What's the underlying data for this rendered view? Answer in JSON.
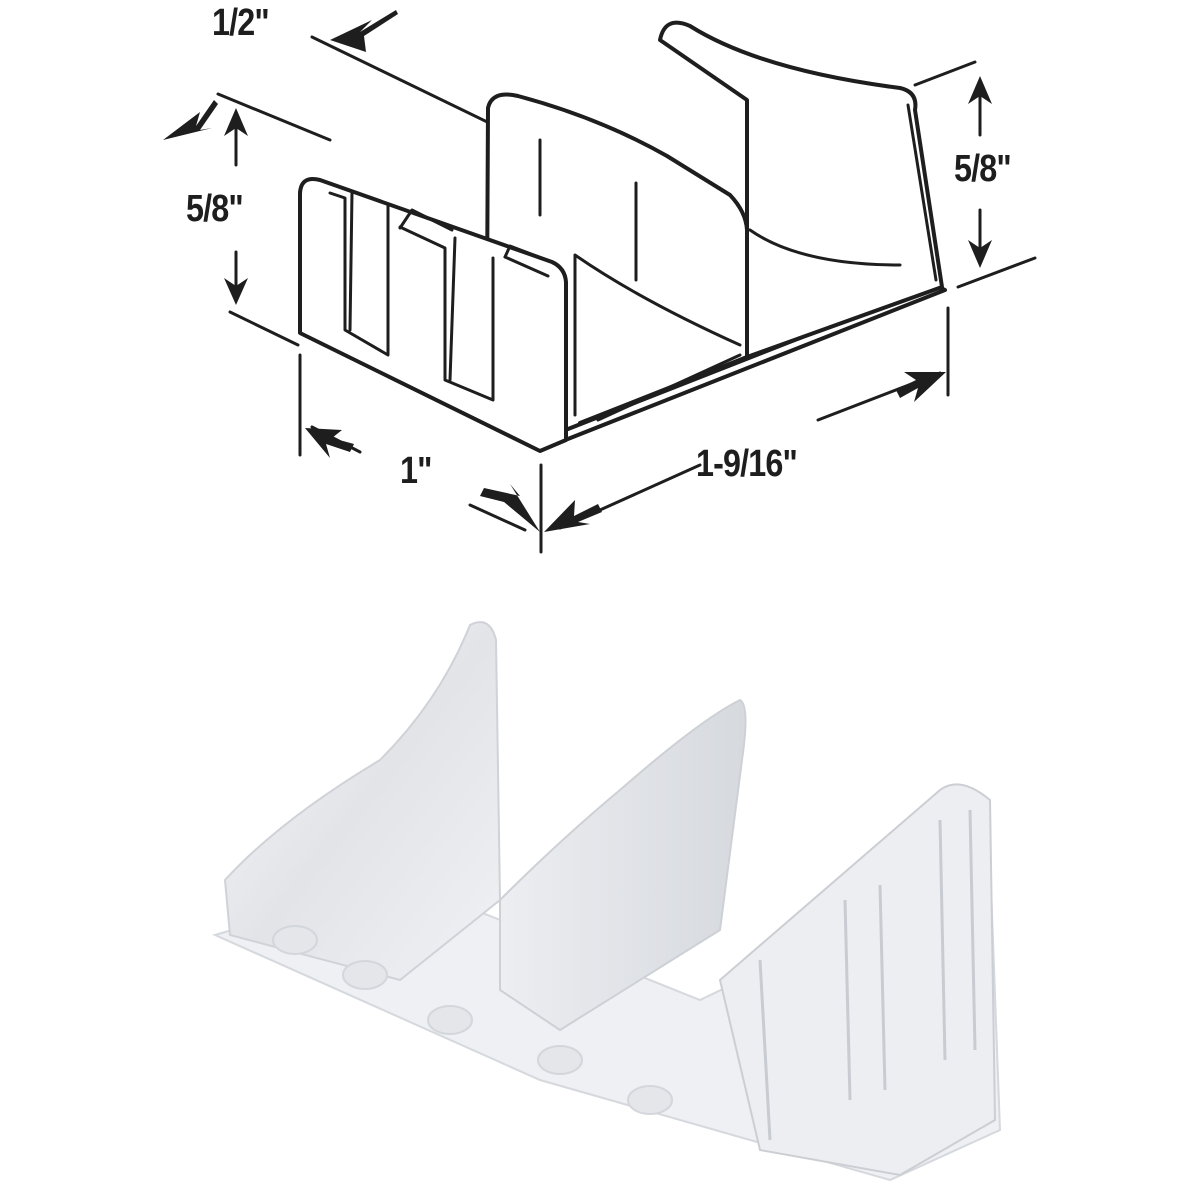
{
  "diagram": {
    "type": "product dimension drawing",
    "subject": "clear plastic shower door bottom guide",
    "dimensions": {
      "depth_top": "1/2\"",
      "height_left": "5/8\"",
      "height_right": "5/8\"",
      "width_front": "1\"",
      "length": "1-9/16\""
    },
    "colors": {
      "line": "#1e1e1e",
      "background": "#ffffff",
      "plastic_light": "#f4f5f7",
      "plastic_mid": "#e3e5e9",
      "plastic_shadow": "#cfd2d8"
    }
  },
  "photo": {
    "description": "photograph of translucent clear plastic guide"
  }
}
